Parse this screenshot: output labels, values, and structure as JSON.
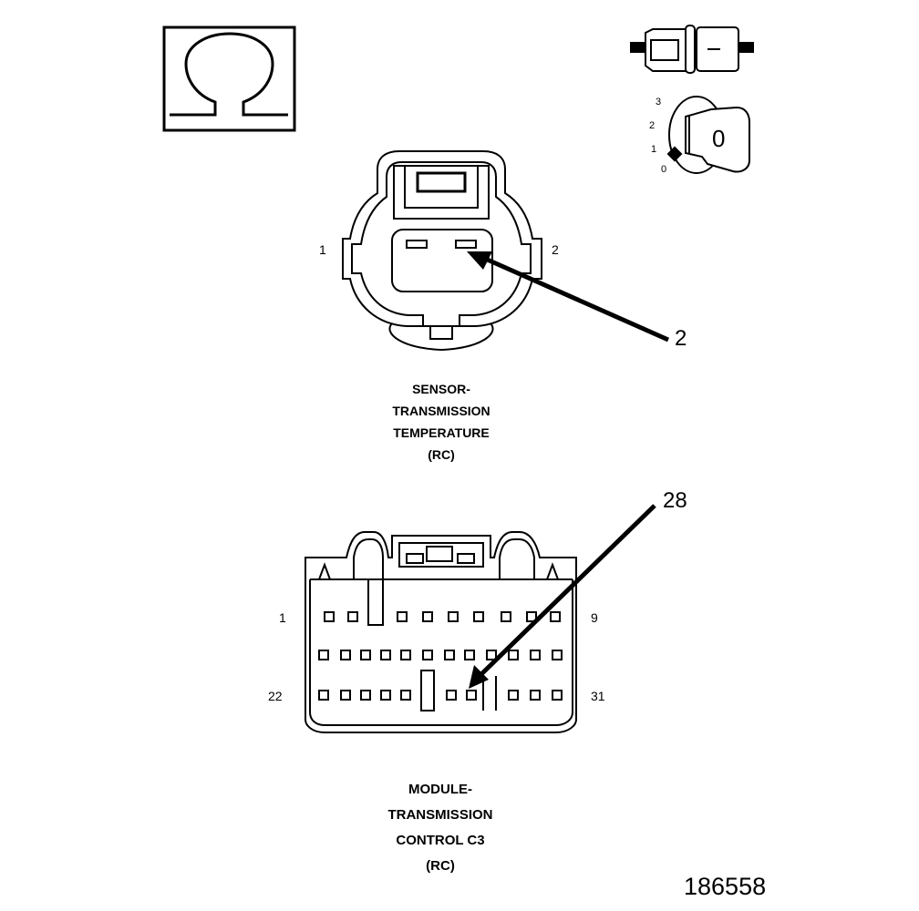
{
  "symbols": {
    "ohm_icon": "ohmmeter-omega-icon",
    "connector_test_icon": "disconnect-connector-icon",
    "ignition_icon": "ignition-key-off-icon",
    "ignition_positions": [
      "3",
      "2",
      "1",
      "0"
    ],
    "key_label": "0"
  },
  "sensor_connector": {
    "pin_left": "1",
    "pin_right": "2",
    "callout": "2",
    "caption": [
      "SENSOR-",
      "TRANSMISSION",
      "TEMPERATURE",
      "(RC)"
    ]
  },
  "module_connector": {
    "pin_top_left": "1",
    "pin_top_right": "9",
    "pin_bottom_left": "22",
    "pin_bottom_right": "31",
    "callout": "28",
    "caption": [
      "MODULE-",
      "TRANSMISSION",
      "CONTROL C3",
      "(RC)"
    ]
  },
  "figure_id": "186558",
  "colors": {
    "ink": "#000000",
    "paper": "#ffffff"
  }
}
